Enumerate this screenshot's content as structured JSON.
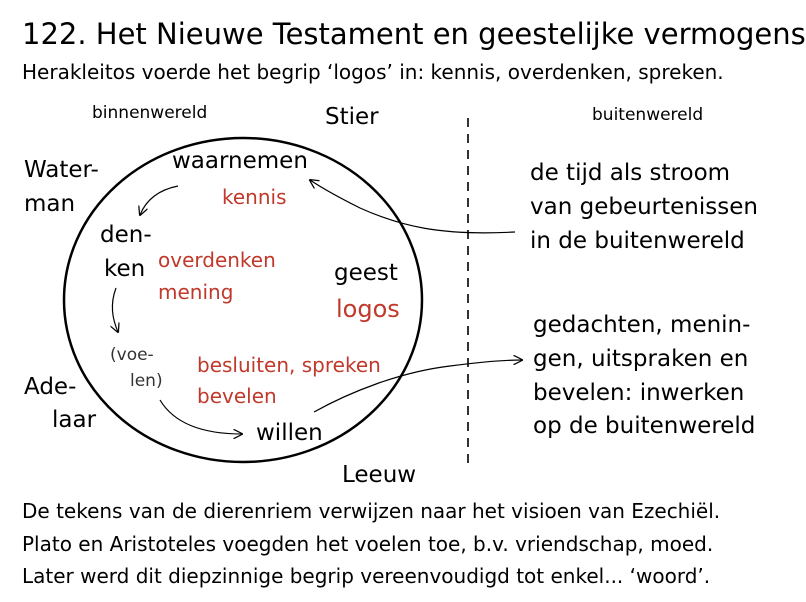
{
  "title": "122. Het Nieuwe Testament en geestelijke vermogens",
  "subtitle": "Herakleitos voerde het begrip ‘logos’ in: kennis, overdenken, spreken.",
  "labels": {
    "inner_world": "binnenwereld",
    "outer_world": "buitenwereld"
  },
  "zodiac": {
    "top": "Stier",
    "left_top_1": "Water-",
    "left_top_2": "man",
    "left_bottom_1": "Ade-",
    "left_bottom_2": "laar",
    "bottom": "Leeuw"
  },
  "circle": {
    "perceive": "waarnemen",
    "knowledge": "kennis",
    "think_1": "den-",
    "think_2": "ken",
    "reflect": "overdenken",
    "opinion": "mening",
    "spirit": "geest",
    "logos": "logos",
    "feel_1": "(voe-",
    "feel_2": "len)",
    "decide": "besluiten, spreken",
    "command": "bevelen",
    "will": "willen"
  },
  "outside": {
    "time_1": "de tijd als stroom",
    "time_2": "van gebeurtenissen",
    "time_3": "in de buitenwereld",
    "thoughts_1": "gedachten, menin-",
    "thoughts_2": "gen, uitspraken en",
    "thoughts_3": "bevelen: inwerken",
    "thoughts_4": "op de buitenwereld"
  },
  "footer": {
    "line1": "De tekens van de dierenriem verwijzen naar het visioen van Ezechiël.",
    "line2": "Plato en Aristoteles voegden het voelen toe, b.v. vriendschap, moed.",
    "line3": "Later werd dit diepzinnige begrip vereenvoudigd tot enkel... ‘woord’."
  },
  "colors": {
    "accent_red": "#c0392b",
    "ink": "#000000"
  }
}
